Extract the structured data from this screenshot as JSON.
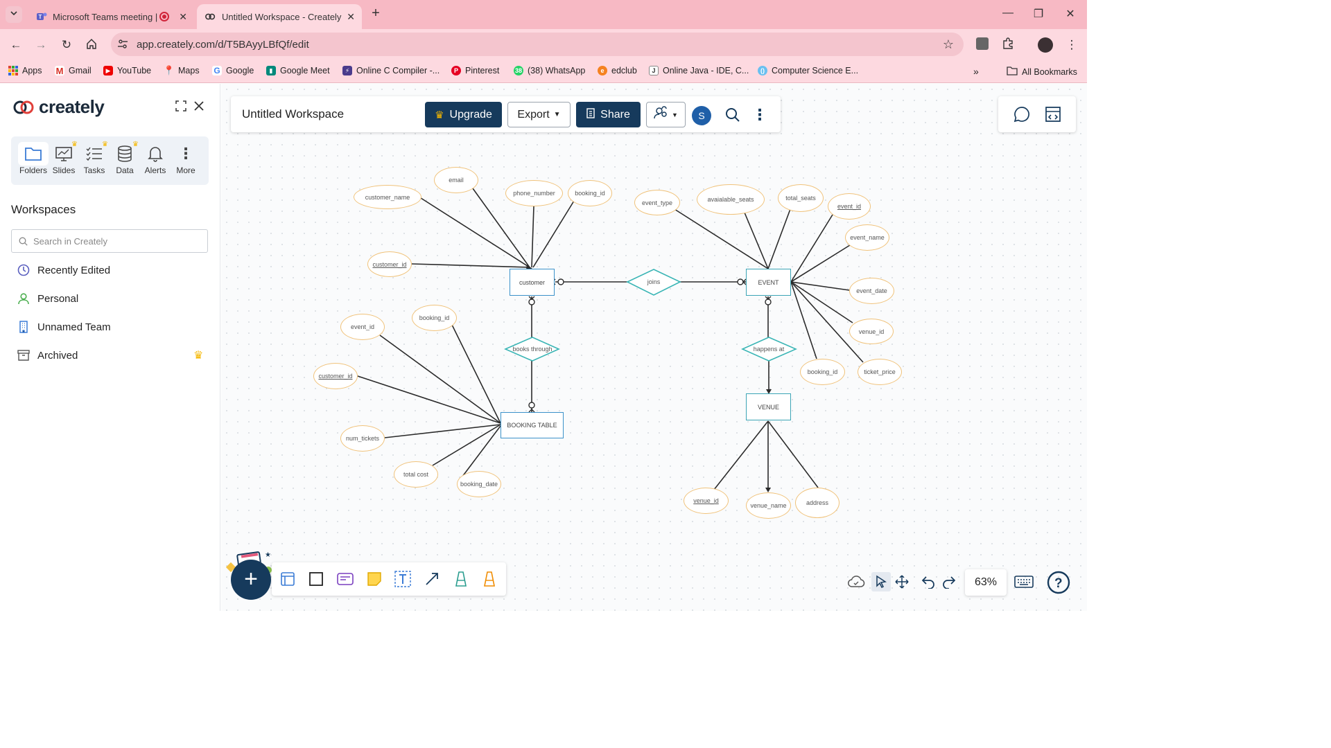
{
  "browser": {
    "tabs": [
      {
        "title": "Microsoft Teams meeting | "
      },
      {
        "title": "Untitled Workspace - Creately"
      }
    ],
    "url": "app.creately.com/d/T5BAyyLBfQf/edit",
    "bookmarks": [
      "Apps",
      "Gmail",
      "YouTube",
      "Maps",
      "Google",
      "Google Meet",
      "Online C Compiler -...",
      "Pinterest",
      "(38) WhatsApp",
      "edclub",
      "Online Java - IDE, C...",
      "Computer Science E..."
    ],
    "all_bookmarks": "All Bookmarks"
  },
  "sidebar": {
    "logo": "creately",
    "apps": [
      "Folders",
      "Slides",
      "Tasks",
      "Data",
      "Alerts",
      "More"
    ],
    "workspaces_title": "Workspaces",
    "search_placeholder": "Search in Creately",
    "nav": [
      "Recently Edited",
      "Personal",
      "Unnamed Team",
      "Archived"
    ]
  },
  "toolbar": {
    "doc_title": "Untitled Workspace",
    "upgrade": "Upgrade",
    "export": "Export",
    "share": "Share",
    "avatar": "S"
  },
  "diagram": {
    "entities": {
      "customer": "customer",
      "event": "EVENT",
      "booking": "BOOKING TABLE",
      "venue": "VENUE"
    },
    "relationships": {
      "joins": "joins",
      "books_through": "books through",
      "happens_at": "happens at"
    },
    "attributes": {
      "c_email": "email",
      "c_customer_name": "customer_name",
      "c_phone_number": "phone_number",
      "c_booking_id": "booking_id",
      "c_customer_id": "customer_id",
      "e_event_type": "event_type",
      "e_avaialable_seats": "avaialable_seats",
      "e_total_seats": "total_seats",
      "e_event_id": "event_id",
      "e_event_name": "event_name",
      "e_event_date": "event_date",
      "e_venue_id": "venue_id",
      "e_booking_id": "booking_id",
      "e_ticket_price": "ticket_price",
      "b_event_id": "event_id",
      "b_booking_id": "booking_id",
      "b_customer_id": "customer_id",
      "b_num_tickets": "num_tickets",
      "b_total_cost": "total cost",
      "b_booking_date": "booking_date",
      "v_venue_id": "venue_id",
      "v_venue_name": "venue_name",
      "v_address": "address"
    }
  },
  "bottom": {
    "zoom": "63%"
  }
}
